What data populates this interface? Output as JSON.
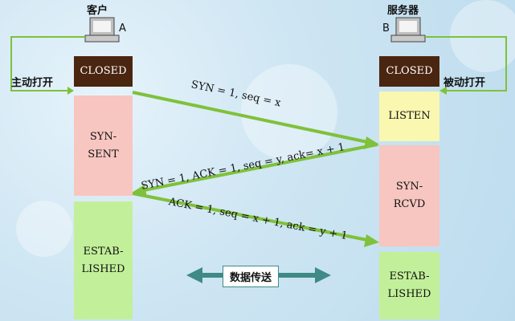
{
  "client": {
    "title": "客户",
    "letter": "A",
    "trigger_label": "主动打开"
  },
  "server": {
    "title": "服务器",
    "letter": "B",
    "trigger_label": "被动打开"
  },
  "client_states": [
    "CLOSED",
    "SYN-\nSENT",
    "ESTAB-\nLISHED"
  ],
  "server_states": [
    "CLOSED",
    "LISTEN",
    "SYN-\nRCVD",
    "ESTAB-\nLISHED"
  ],
  "messages": [
    "SYN = 1, seq = x",
    "SYN = 1, ACK = 1, seq = y, ack= x + 1",
    "ACK = 1, seq = x + 1, ack = y + 1"
  ],
  "data_transfer_label": "数据传送",
  "colors": {
    "closed": "#4a2510",
    "sent": "#f7c6c1",
    "established": "#c2f09a",
    "listen": "#f9f7b0",
    "arrow": "#7fc13a",
    "transfer_arrow": "#3f8a86"
  }
}
